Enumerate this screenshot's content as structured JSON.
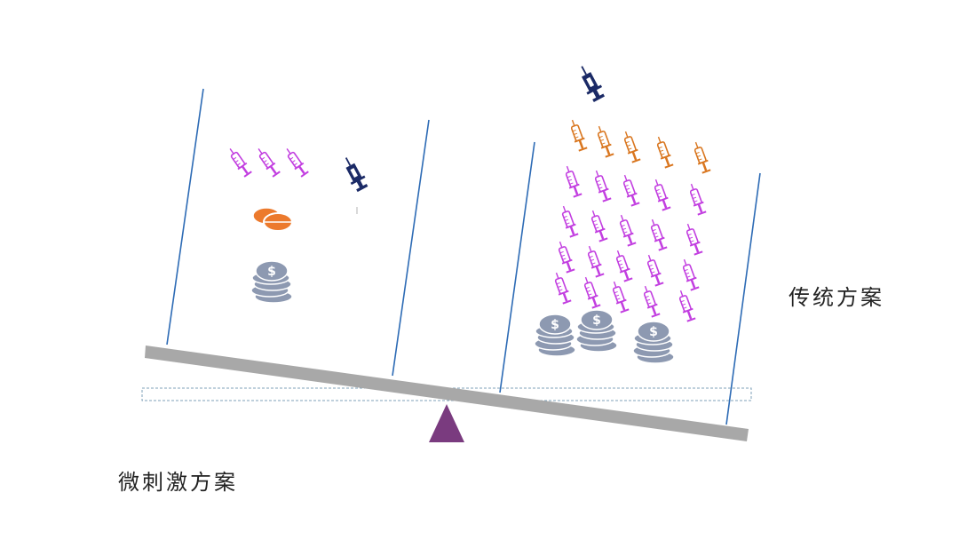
{
  "labels": {
    "right": "传统方案",
    "left": "微刺激方案"
  },
  "colors": {
    "purple_syringe": "#c23ee0",
    "orange_syringe": "#d9761f",
    "navy_syringe": "#1b2a66",
    "pill": "#ec7a2d",
    "coin": "#8d99b1",
    "beam": "#a8a8a8",
    "fulcrum": "#7a3b7f",
    "line": "#2d6bb5"
  },
  "left_pan": {
    "purple_syringes": 3,
    "navy_syringes": 1,
    "pills": 1,
    "coin_stacks": 1
  },
  "right_pan": {
    "orange_syringes": 5,
    "purple_syringes": 20,
    "navy_syringes": 1,
    "coin_stacks": 3
  }
}
